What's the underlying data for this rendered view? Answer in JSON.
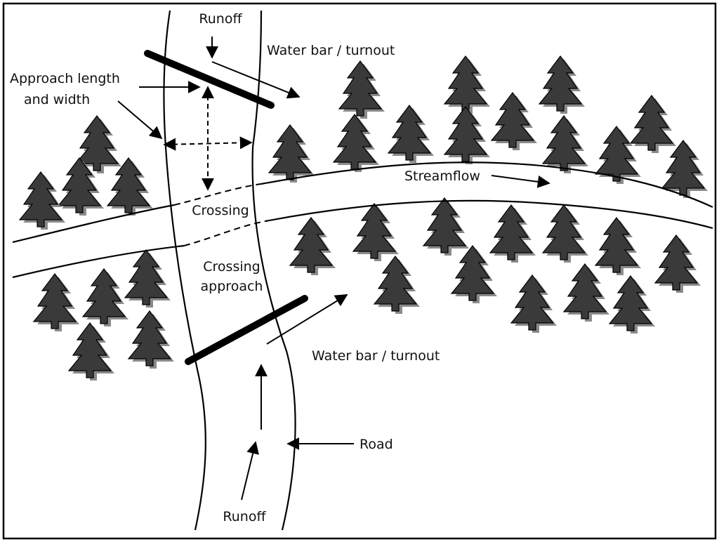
{
  "labels": {
    "runoff_top": "Runoff",
    "water_bar_top": "Water bar / turnout",
    "approach_line1": "Approach length",
    "approach_line2": "and width",
    "streamflow": "Streamflow",
    "crossing": "Crossing",
    "crossing_approach_line1": "Crossing",
    "crossing_approach_line2": "approach",
    "water_bar_bottom": "Water bar / turnout",
    "road": "Road",
    "runoff_bottom": "Runoff"
  },
  "colors": {
    "tree_fill": "#3a3a3a",
    "tree_shadow": "#8a8a8a",
    "line": "#000000",
    "background": "#ffffff"
  },
  "icons": {
    "tree": "conifer-tree-icon"
  }
}
